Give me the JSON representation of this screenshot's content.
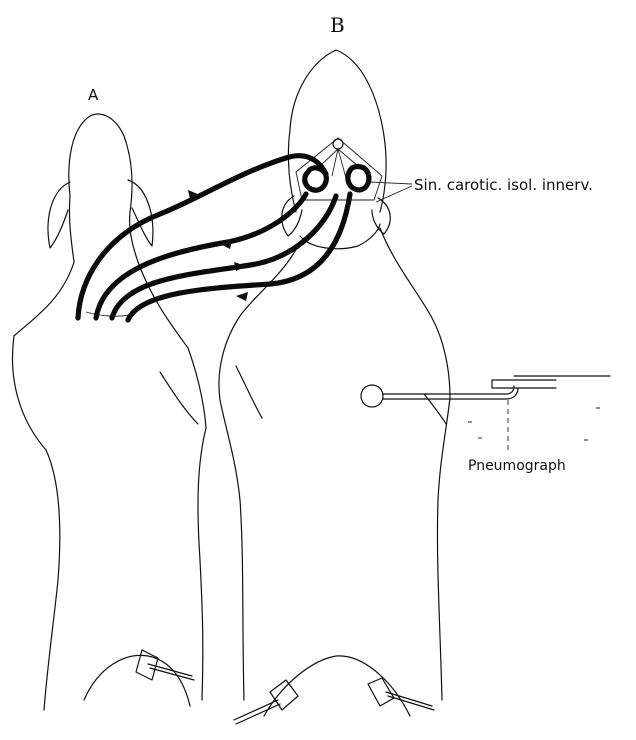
{
  "labels": {
    "animal_a": "A",
    "animal_b": "B",
    "carotid": "Sin. carotic. isol. innerv.",
    "pneumograph": "Pneumograph"
  },
  "colors": {
    "ink": "#111111",
    "paper": "#ffffff"
  }
}
